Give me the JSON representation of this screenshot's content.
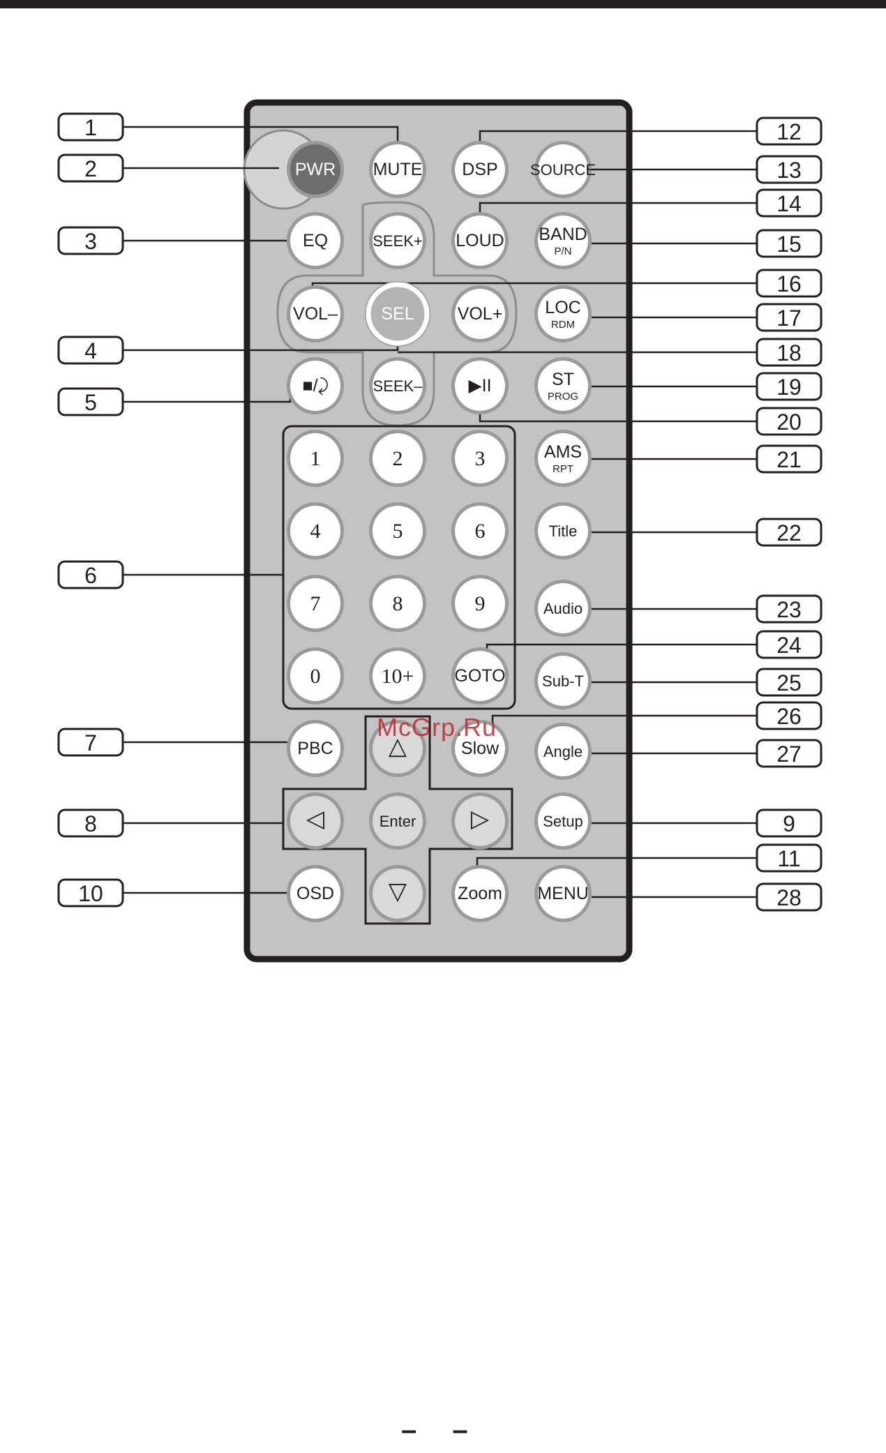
{
  "remote": {
    "buttons": {
      "pwr": "PWR",
      "mute": "MUTE",
      "dsp": "DSP",
      "source": "SOURCE",
      "eq": "EQ",
      "seek_plus": "SEEK+",
      "loud": "LOUD",
      "band": "BAND",
      "band_sub": "P/N",
      "vol_minus": "VOL–",
      "sel": "SEL",
      "vol_plus": "VOL+",
      "loc": "LOC",
      "loc_sub": "RDM",
      "stop_return": "■/⤸",
      "seek_minus": "SEEK–",
      "play_pause": "▶II",
      "st": "ST",
      "st_sub": "PROG",
      "n1": "1",
      "n2": "2",
      "n3": "3",
      "ams": "AMS",
      "ams_sub": "RPT",
      "n4": "4",
      "n5": "5",
      "n6": "6",
      "title": "Title",
      "n7": "7",
      "n8": "8",
      "n9": "9",
      "audio": "Audio",
      "n0": "0",
      "n10plus": "10+",
      "goto": "GOTO",
      "subt": "Sub-T",
      "pbc": "PBC",
      "up": "△",
      "slow": "Slow",
      "angle": "Angle",
      "left": "◁",
      "enter": "Enter",
      "right": "▷",
      "setup": "Setup",
      "osd": "OSD",
      "down": "▽",
      "zoom": "Zoom",
      "menu": "MENU"
    }
  },
  "callouts_left": [
    "1",
    "2",
    "3",
    "4",
    "5",
    "6",
    "7",
    "8",
    "10"
  ],
  "callouts_right": [
    "12",
    "13",
    "14",
    "15",
    "16",
    "17",
    "18",
    "19",
    "20",
    "21",
    "22",
    "23",
    "24",
    "25",
    "26",
    "27",
    "9",
    "11",
    "28"
  ],
  "watermark": "McGrp.Ru",
  "footer": "– –",
  "colors": {
    "body": "#c3c3c3",
    "outline": "#231f20",
    "button_face": "#ffffff",
    "pwr": "#6d6d6d",
    "dpad": "#d9d9d9",
    "watermark": "#c0282e"
  }
}
